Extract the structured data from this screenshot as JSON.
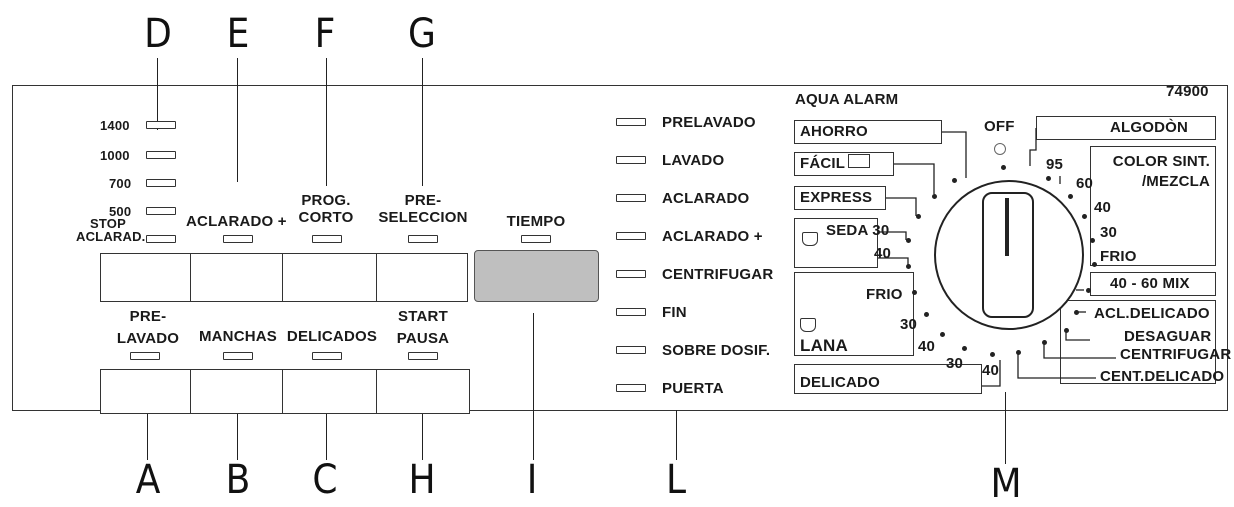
{
  "callouts": {
    "d": "D",
    "e": "E",
    "f": "F",
    "g": "G",
    "a": "A",
    "b": "B",
    "c": "C",
    "h": "H",
    "i": "I",
    "l": "L",
    "m": "M"
  },
  "speeds": [
    "1400",
    "1000",
    "700",
    "500"
  ],
  "stop_aclarad": [
    "STOP",
    "ACLARAD."
  ],
  "top_labels": {
    "aclarado_plus": "ACLARADO +",
    "prog_corto": [
      "PROG.",
      "CORTO"
    ],
    "preseleccion": [
      "PRE-",
      "SELECCION"
    ],
    "tiempo": "TIEMPO"
  },
  "bottom_labels": {
    "prelavado": [
      "PRE-",
      "LAVADO"
    ],
    "manchas": "MANCHAS",
    "delicados": "DELICADOS",
    "start_pausa": [
      "START",
      "PAUSA"
    ]
  },
  "status_leds": [
    "PRELAVADO",
    "LAVADO",
    "ACLARADO",
    "ACLARADO +",
    "CENTRIFUGAR",
    "FIN",
    "SOBRE DOSIF.",
    "PUERTA"
  ],
  "dial": {
    "aqua_alarm": "AQUA ALARM",
    "model": "74900",
    "off": "OFF",
    "left_programs": {
      "ahorro": "AHORRO",
      "facil": "FÁCIL",
      "express": "EXPRESS",
      "seda30": "SEDA 30",
      "seda40": "40",
      "frio": "FRIO",
      "lana30": "30",
      "lana40": "40",
      "lana": "LANA",
      "delicado30": "30",
      "delicado40": "40",
      "delicado": "DELICADO"
    },
    "right_programs": {
      "algodon": "ALGODÒN",
      "t95": "95",
      "color_sint": [
        "COLOR SINT.",
        "/MEZCLA"
      ],
      "t60": "60",
      "t40": "40",
      "t30": "30",
      "frio": "FRIO",
      "mix": "40 - 60 MIX",
      "acl_delicado": "ACL.DELICADO",
      "desaguar": "DESAGUAR",
      "centrifugar": "CENTRIFUGAR",
      "cent_delicado": "CENT.DELICADO"
    }
  }
}
